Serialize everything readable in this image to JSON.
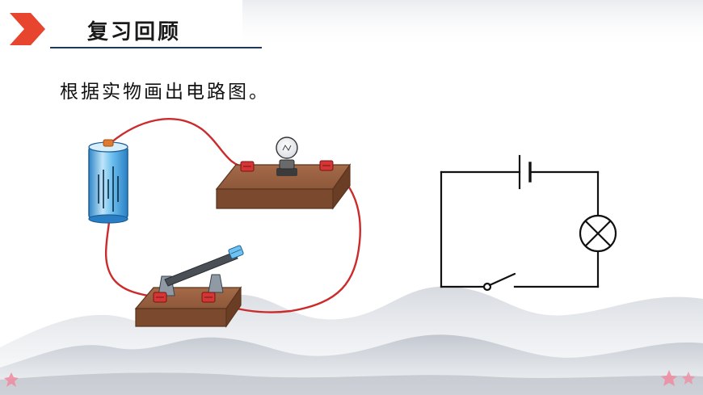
{
  "header": {
    "title": "复习回顾"
  },
  "content": {
    "instruction": "根据实物画出电路图。"
  },
  "colors": {
    "accent_red": "#e8452f",
    "wire_red": "#cc2b2b",
    "board_brown": "#8b5a3c",
    "battery_blue": "#3aa0e0",
    "title_rule": "#1f3a57"
  },
  "icons": {
    "header_marker": "chevron-right-icon",
    "corner_decoration": "flower-icon"
  },
  "schematic_symbols": [
    "battery-symbol",
    "lamp-symbol",
    "switch-symbol"
  ]
}
